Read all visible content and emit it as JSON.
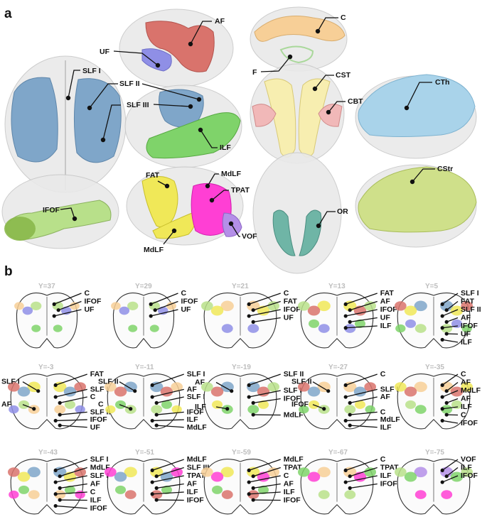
{
  "panels": {
    "a": "a",
    "b": "b"
  },
  "panel_a_labels": {
    "slf_i": "SLF I",
    "slf_ii": "SLF II",
    "slf_iii": "SLF III",
    "ifof": "IFOF",
    "af": "AF",
    "uf": "UF",
    "ilf": "ILF",
    "fat": "FAT",
    "mdlf_top": "MdLF",
    "tpat": "TPAT",
    "vof": "VOF",
    "mdlf_bottom": "MdLF",
    "c": "C",
    "f": "F",
    "cst": "CST",
    "cbt": "CBT",
    "or": "OR",
    "cth": "CTh",
    "cstr": "CStr"
  },
  "slices": [
    {
      "y": "Y=37",
      "labels": [
        "C",
        "IFOF",
        "UF"
      ]
    },
    {
      "y": "Y=29",
      "labels": [
        "C",
        "IFOF",
        "UF"
      ]
    },
    {
      "y": "Y=21",
      "labels": [
        "C",
        "FAT",
        "IFOF",
        "UF"
      ]
    },
    {
      "y": "Y=13",
      "labels": [
        "FAT",
        "AF",
        "IFOF",
        "UF",
        "ILF"
      ]
    },
    {
      "y": "Y=5",
      "labels": [
        "SLF I",
        "FAT",
        "SLF II",
        "AF",
        "IFOF",
        "UF",
        "ILF"
      ]
    },
    {
      "y": "Y=-3",
      "labels": [
        "FAT",
        "SLF I",
        "SLF II",
        "C",
        "AF",
        "SLF III",
        "IFOF",
        "UF"
      ]
    },
    {
      "y": "Y=-11",
      "labels": [
        "SLF I",
        "SLF II",
        "AF",
        "SLF III",
        "C",
        "IFOF",
        "ILF",
        "MdLF"
      ]
    },
    {
      "y": "Y=-19",
      "labels": [
        "SLF II",
        "AF",
        "SLF III",
        "IFOF",
        "ILF",
        "MdLF"
      ]
    },
    {
      "y": "Y=-27",
      "labels": [
        "C",
        "SLF II",
        "SLF III",
        "AF",
        "IFOF",
        "C",
        "MdLF",
        "ILF"
      ]
    },
    {
      "y": "Y=-35",
      "labels": [
        "C",
        "AF",
        "MdLF",
        "AF",
        "ILF",
        "C",
        "IFOF"
      ]
    },
    {
      "y": "Y=-43",
      "labels": [
        "SLF I",
        "MdLF",
        "SLF III",
        "AF",
        "C",
        "ILF",
        "IFOF"
      ]
    },
    {
      "y": "Y=-51",
      "labels": [
        "MdLF",
        "SLF III",
        "TPAT",
        "AF",
        "ILF",
        "IFOF"
      ]
    },
    {
      "y": "Y=-59",
      "labels": [
        "MdLF",
        "TPAT",
        "C",
        "AF",
        "ILF",
        "IFOF"
      ]
    },
    {
      "y": "Y=-67",
      "labels": [
        "C",
        "TPAT",
        "ILF",
        "IFOF"
      ]
    },
    {
      "y": "Y=-75",
      "labels": [
        "VOF",
        "ILF",
        "IFOF"
      ]
    }
  ],
  "colors": {
    "slf": "#7fa6c9",
    "af": "#d9736c",
    "uf": "#8f8fe6",
    "ilf": "#7fd36a",
    "ifof": "#b8e08a",
    "fat": "#f0e858",
    "mdlf": "#f0e858",
    "tpat": "#ff3fd4",
    "vof": "#b48fe8",
    "c": "#f7cf97",
    "f": "#c7e6b8",
    "cst": "#f7eeb0",
    "cbt": "#f1b8b8",
    "or": "#6fb5a6",
    "cth": "#a9d3ea",
    "cstr": "#cfe08a"
  }
}
